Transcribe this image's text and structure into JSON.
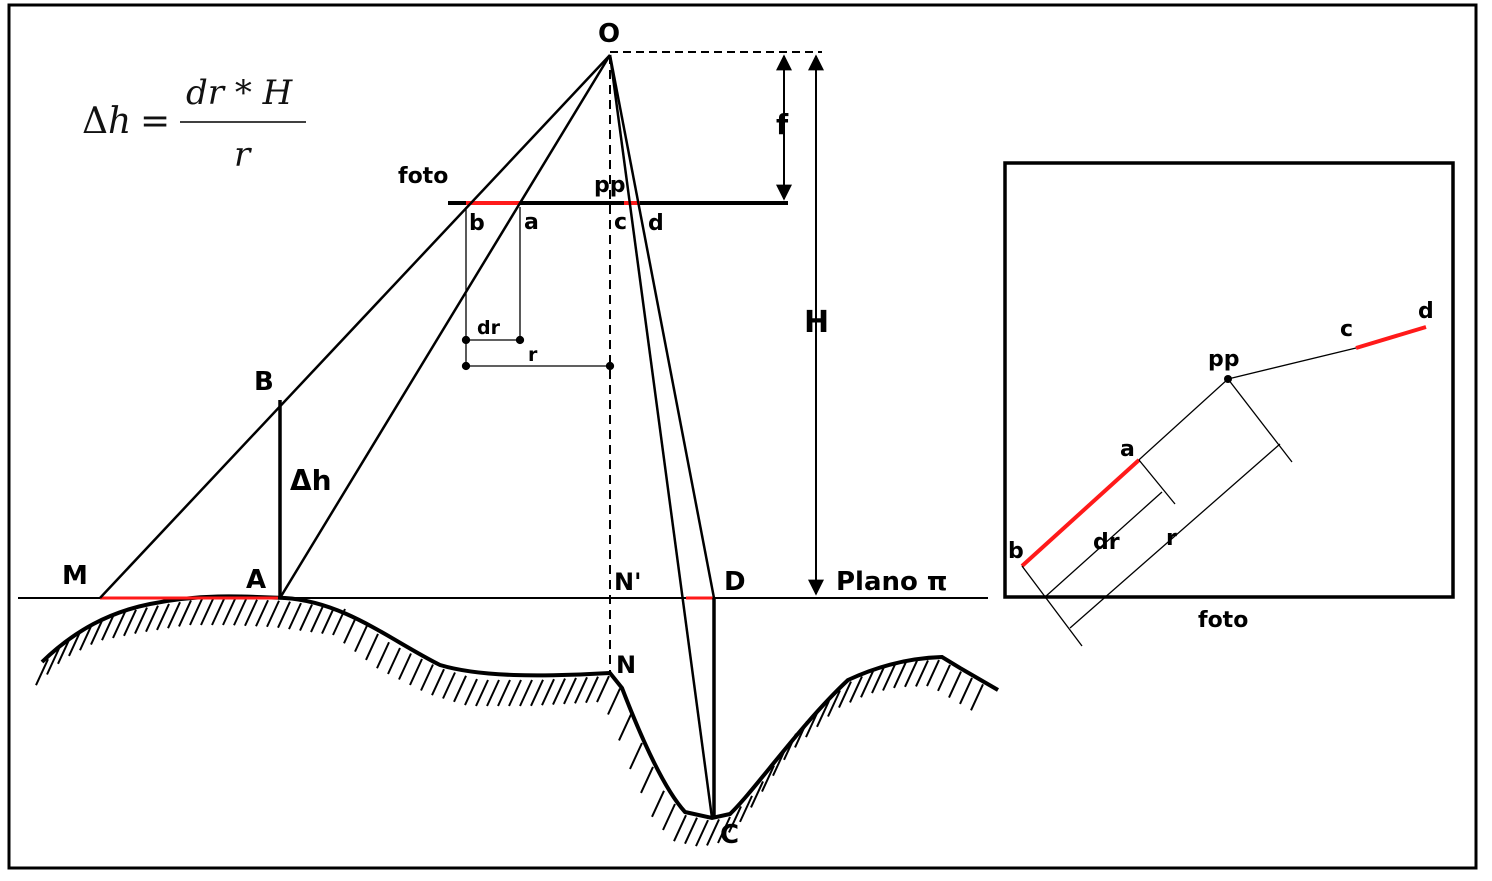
{
  "formula": {
    "delta": "Δ",
    "lhs_var": "h",
    "equals": "=",
    "numerator": "dr * H",
    "denominator": "r"
  },
  "main": {
    "O": "O",
    "f": "f",
    "H": "H",
    "foto": "foto",
    "pp": "pp",
    "b": "b",
    "a": "a",
    "c": "c",
    "d": "d",
    "dr": "dr",
    "r": "r",
    "B": "B",
    "delta_h": "Δh",
    "M": "M",
    "A": "A",
    "N_prime": "N'",
    "D": "D",
    "plano": "Plano π",
    "N": "N",
    "C": "C"
  },
  "inset": {
    "d": "d",
    "c": "c",
    "pp": "pp",
    "a": "a",
    "b": "b",
    "dr": "dr",
    "r": "r",
    "foto": "foto"
  },
  "colors": {
    "line": "#000000",
    "highlight": "#ff1a1a",
    "background": "#ffffff"
  }
}
